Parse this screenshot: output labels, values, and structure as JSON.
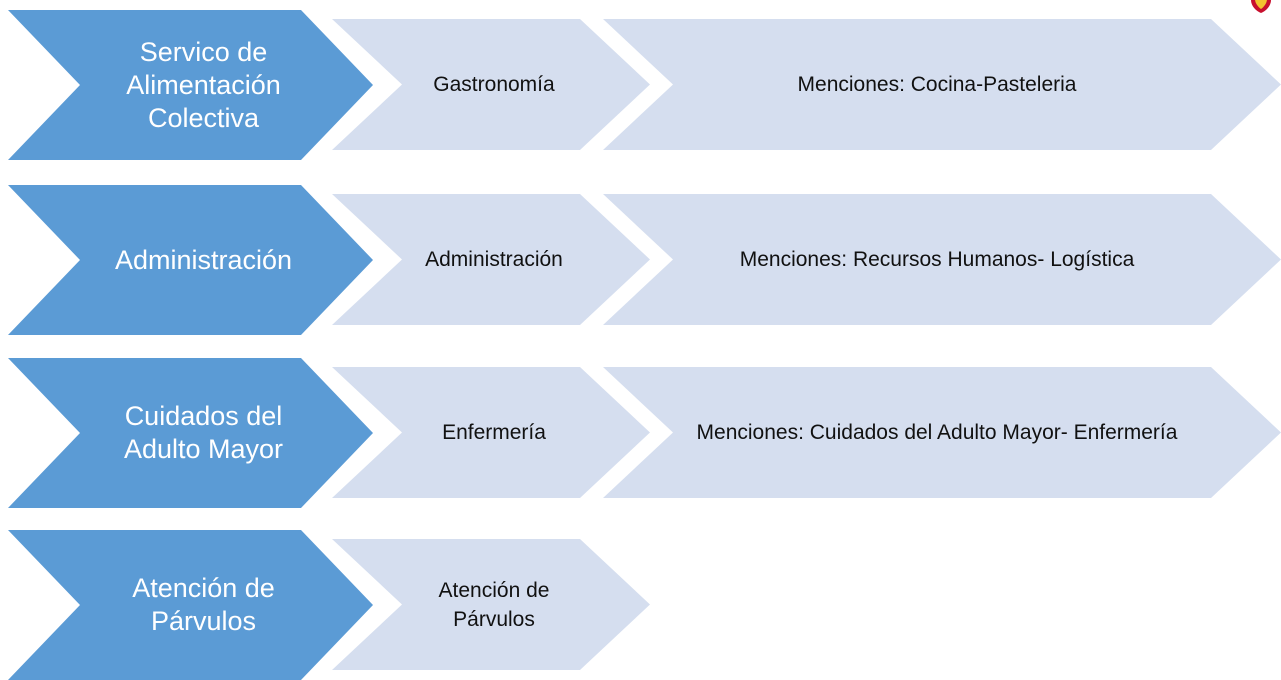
{
  "rows": [
    {
      "primary": "Servico de Alimentación Colectiva",
      "secondary": "Gastronomía",
      "tertiary": "Menciones: Cocina-Pasteleria"
    },
    {
      "primary": "Administración",
      "secondary": "Administración",
      "tertiary": "Menciones: Recursos Humanos- Logística"
    },
    {
      "primary": "Cuidados del Adulto Mayor",
      "secondary": "Enfermería",
      "tertiary": "Menciones: Cuidados del Adulto Mayor- Enfermería"
    },
    {
      "primary": "Atención de Párvulos",
      "secondary": "Atención de Párvulos"
    }
  ],
  "colors": {
    "primary_fill": "#5b9bd5",
    "secondary_fill": "#d5deef",
    "logo_red": "#c8102e",
    "logo_gold": "#f2c230"
  }
}
